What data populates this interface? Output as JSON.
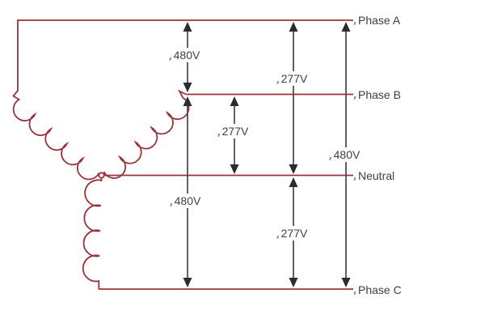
{
  "diagram_type": "three-phase-wye-winding-voltage-diagram",
  "phases": [
    {
      "label": "Phase A"
    },
    {
      "label": "Phase B"
    },
    {
      "label": "Neutral"
    },
    {
      "label": "Phase C"
    }
  ],
  "voltages": [
    {
      "value": "480V",
      "from": "Phase A",
      "to": "Phase B"
    },
    {
      "value": "277V",
      "from": "Phase A",
      "to": "Neutral"
    },
    {
      "value": "277V",
      "from": "Phase B",
      "to": "Neutral"
    },
    {
      "value": "480V",
      "from": "Phase A",
      "to": "Phase C"
    },
    {
      "value": "480V",
      "from": "Phase B",
      "to": "Phase C"
    },
    {
      "value": "277V",
      "from": "Neutral",
      "to": "Phase C"
    }
  ],
  "colors": {
    "winding_line": "#9c323e",
    "arrow_stem": "#464646",
    "arrow_head": "#2c2c2c",
    "label_text": "#3f3f3f",
    "background": "#ffffff"
  }
}
